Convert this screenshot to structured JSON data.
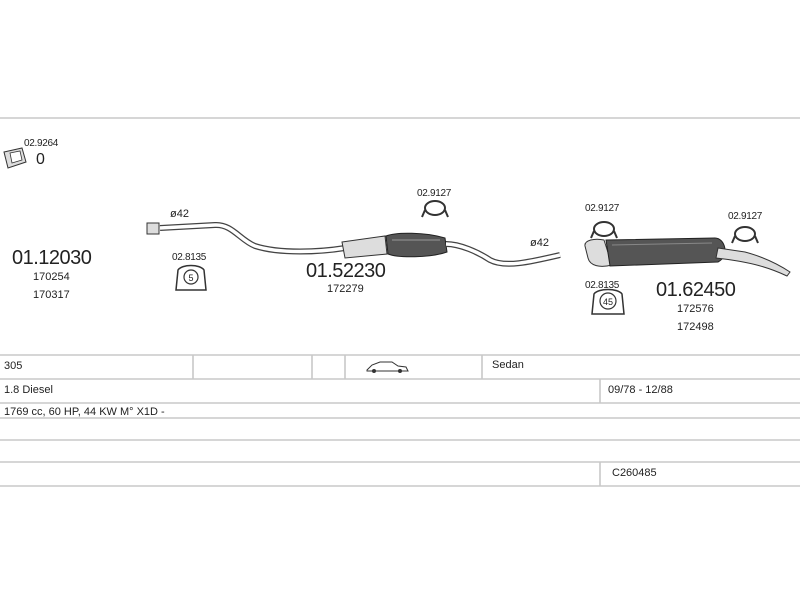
{
  "parts": {
    "front_pipe": {
      "part_no": "01.12030",
      "refs": [
        "170254",
        "170317"
      ],
      "clamp_no": "02.9264",
      "clamp_symbol": "0"
    },
    "middle_silencer": {
      "part_no": "01.52230",
      "refs": [
        "172279"
      ]
    },
    "rear_silencer": {
      "part_no": "01.62450",
      "refs": [
        "172576",
        "172498"
      ]
    },
    "clamps": [
      {
        "part_no": "02.9127"
      },
      {
        "part_no": "02.9127"
      },
      {
        "part_no": "02.9127"
      }
    ],
    "gaskets": [
      {
        "part_no": "02.8135",
        "size": "5"
      },
      {
        "part_no": "02.8135",
        "size": "45"
      }
    ],
    "diameters": [
      "ø42",
      "ø42"
    ]
  },
  "vehicle": {
    "model": "305",
    "body_type": "Sedan",
    "engine": "1.8 Diesel",
    "period": "09/78 - 12/88",
    "spec": "1769 cc, 60 HP, 44 KW M° X1D -",
    "code": "C260485",
    "body_icon": "sedan-car-icon"
  }
}
